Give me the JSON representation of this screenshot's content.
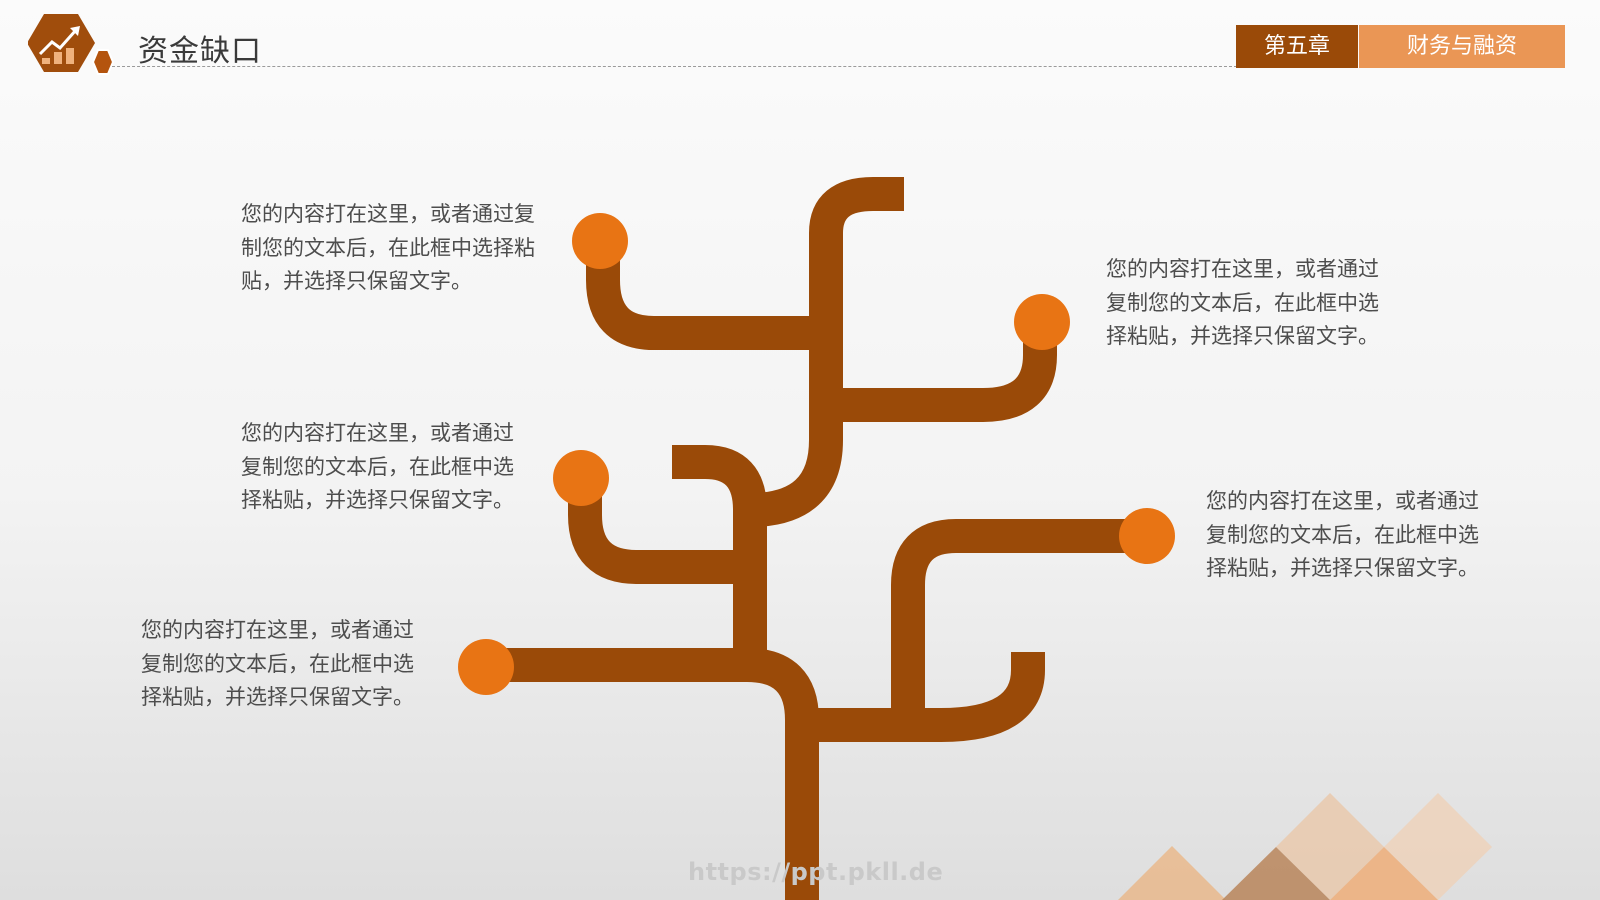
{
  "header": {
    "title": "资金缺口",
    "chapter": "第五章",
    "section": "财务与融资"
  },
  "colors": {
    "branch": "#9a4a08",
    "node": "#e87414",
    "chapter_bg": "#9a4a08",
    "section_bg": "#ea9655",
    "logo_bg": "#a04d0c"
  },
  "icons": {
    "logo": "growth-chart-icon"
  },
  "blocks": [
    {
      "text": "您的内容打在这里，或者通过复制您的文本后，在此框中选择粘贴，并选择只保留文字。"
    },
    {
      "text": "您的内容打在这里，或者通过复制您的文本后，在此框中选择粘贴，并选择只保留文字。"
    },
    {
      "text": "您的内容打在这里，或者通过复制您的文本后，在此框中选择粘贴，并选择只保留文字。"
    },
    {
      "text": "您的内容打在这里，或者通过复制您的文本后，在此框中选择粘贴，并选择只保留文字。"
    },
    {
      "text": "您的内容打在这里，或者通过复制您的文本后，在此框中选择粘贴，并选择只保留文字。"
    }
  ],
  "watermark": "https://ppt.pkll.de"
}
